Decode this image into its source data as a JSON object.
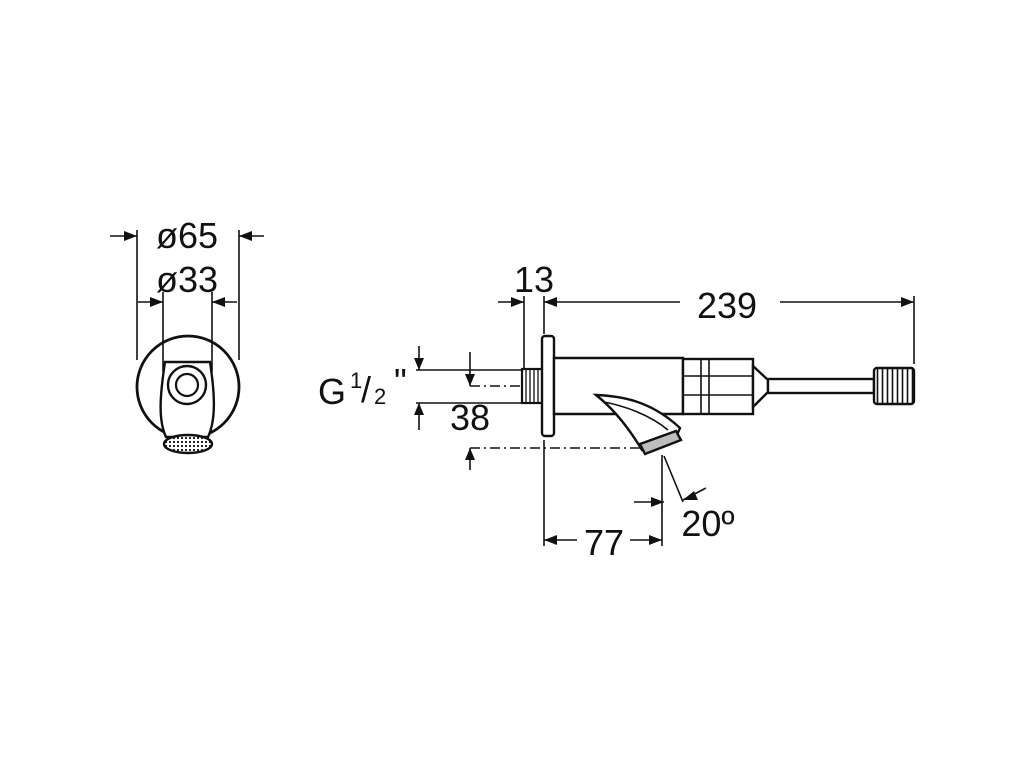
{
  "dimensions": {
    "d65": "ø65",
    "d33": "ø33",
    "thread_prefix": "G",
    "thread_num": "1",
    "thread_slash": "/",
    "thread_den": "2",
    "thread_suffix": "\"",
    "flange": "13",
    "length": "239",
    "height": "38",
    "spout": "77",
    "angle": "20º"
  },
  "colors": {
    "line": "#111111",
    "fill_gray": "#bdbdbd",
    "background": "#ffffff"
  }
}
